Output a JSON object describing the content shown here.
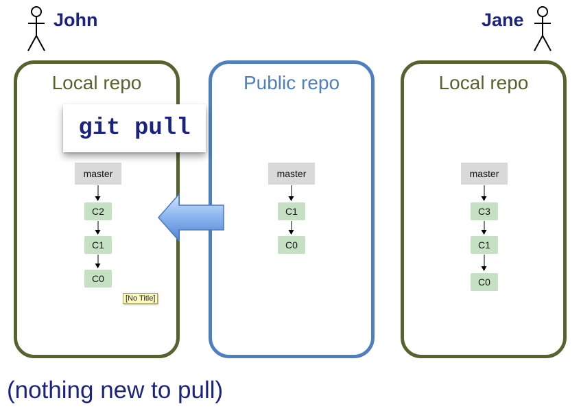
{
  "john": {
    "name": "John"
  },
  "jane": {
    "name": "Jane"
  },
  "repos": {
    "john_local": {
      "title": "Local repo",
      "branch": "master",
      "commits": [
        "C2",
        "C1",
        "C0"
      ]
    },
    "public": {
      "title": "Public repo",
      "branch": "master",
      "commits": [
        "C1",
        "C0"
      ]
    },
    "jane_local": {
      "title": "Local repo",
      "branch": "master",
      "commits": [
        "C3",
        "C1",
        "C0"
      ]
    }
  },
  "command": "git pull",
  "tooltip": "[No Title]",
  "caption": "(nothing new to pull)",
  "colors": {
    "local_border": "#55642e",
    "public_border": "#4f7fbf",
    "name_text": "#1a237e",
    "commit_fill": "#c6e0c4",
    "branch_fill": "#d9d9d9"
  }
}
